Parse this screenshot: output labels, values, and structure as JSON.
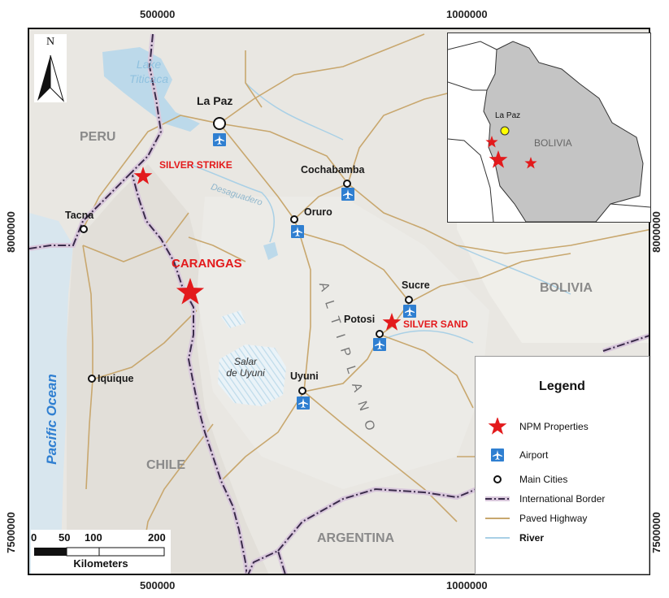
{
  "grid": {
    "top_x": [
      "500000",
      "1000000"
    ],
    "bottom_x": [
      "500000",
      "1000000"
    ],
    "left_y": [
      "8000000",
      "7500000"
    ],
    "right_y": [
      "8000000",
      "7500000"
    ]
  },
  "north_arrow": {
    "label": "N"
  },
  "countries": {
    "peru": "PERU",
    "chile": "CHILE",
    "bolivia": "BOLIVIA",
    "argentina": "ARGENTINA"
  },
  "water": {
    "lake": "Lake\nTiticaca",
    "ocean": "Pacific Ocean",
    "salar": "Salar\nde Uyuni",
    "river": "Desaguadero"
  },
  "region": {
    "altiplano": "ALTIPLANO"
  },
  "cities": [
    {
      "name": "La Paz"
    },
    {
      "name": "Cochabamba"
    },
    {
      "name": "Oruro"
    },
    {
      "name": "Sucre"
    },
    {
      "name": "Potosi"
    },
    {
      "name": "Uyuni"
    },
    {
      "name": "Tacna"
    },
    {
      "name": "Iquique"
    }
  ],
  "properties": [
    {
      "name": "SILVER STRIKE"
    },
    {
      "name": "CARANGAS"
    },
    {
      "name": "SILVER SAND"
    }
  ],
  "inset": {
    "country": "BOLIVIA",
    "city": "La Paz"
  },
  "legend": {
    "title": "Legend",
    "items": [
      {
        "label": "NPM Properties",
        "icon": "red-star-icon"
      },
      {
        "label": "Airport",
        "icon": "airplane-icon"
      },
      {
        "label": "Main Cities",
        "icon": "circle-icon"
      },
      {
        "label": "International Border",
        "icon": "dashed-line-icon"
      },
      {
        "label": "Paved Highway",
        "icon": "line-icon"
      },
      {
        "label": "River",
        "icon": "river-icon"
      }
    ]
  },
  "scale_bar": {
    "ticks": [
      "0",
      "50",
      "100",
      "200"
    ],
    "units": "Kilometers"
  },
  "colors": {
    "property_star": "#e31a1c",
    "airport": "#2f7fd1",
    "highway": "#c8a76e",
    "border": "#3a2b4a",
    "ocean_text": "#2f7fd1",
    "inset_country": "#c4c4c4"
  }
}
